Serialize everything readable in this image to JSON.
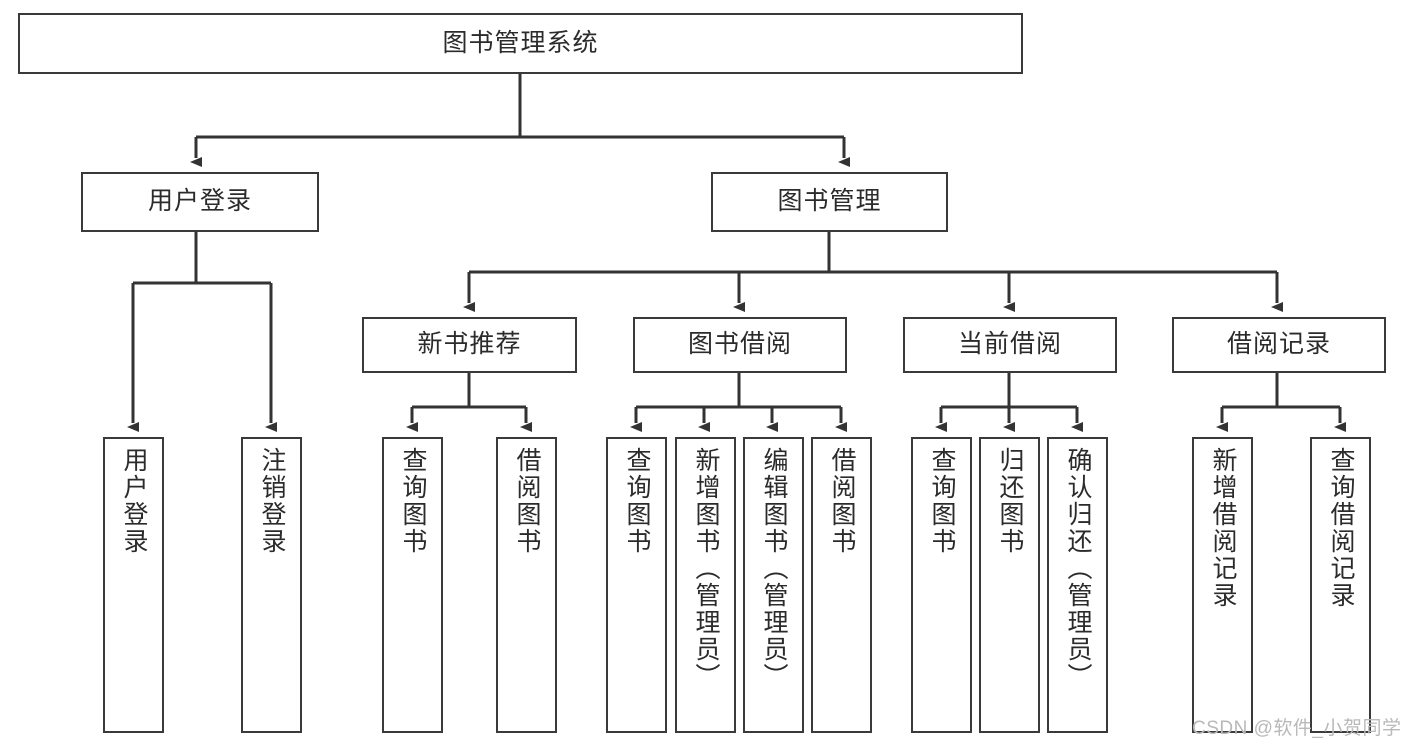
{
  "diagram": {
    "title": "图书管理系统",
    "type": "tree-hierarchy-diagram",
    "colors": {
      "box_border": "#3a3a3a",
      "box_fill": "#ffffff",
      "connector": "#333333",
      "text": "#2b2b2b",
      "watermark": "#b9b9b9",
      "background": "#ffffff"
    },
    "root": {
      "label": "图书管理系统",
      "id": "root"
    },
    "level2": [
      {
        "id": "user-login",
        "label": "用户登录"
      },
      {
        "id": "book-management",
        "label": "图书管理"
      }
    ],
    "level3": [
      {
        "id": "new-book-recommend",
        "label": "新书推荐",
        "parent": "book-management"
      },
      {
        "id": "book-borrow",
        "label": "图书借阅",
        "parent": "book-management"
      },
      {
        "id": "current-borrow",
        "label": "当前借阅",
        "parent": "book-management"
      },
      {
        "id": "borrow-record",
        "label": "借阅记录",
        "parent": "book-management"
      }
    ],
    "leaves": {
      "user-login": [
        {
          "id": "leaf-user-login",
          "label": "用户登录"
        },
        {
          "id": "leaf-logout",
          "label": "注销登录"
        }
      ],
      "new-book-recommend": [
        {
          "id": "leaf-query-book-1",
          "label": "查询图书"
        },
        {
          "id": "leaf-borrow-book-1",
          "label": "借阅图书"
        }
      ],
      "book-borrow": [
        {
          "id": "leaf-query-book-2",
          "label": "查询图书"
        },
        {
          "id": "leaf-add-book",
          "label": "新增图书（管理员）"
        },
        {
          "id": "leaf-edit-book",
          "label": "编辑图书（管理员）"
        },
        {
          "id": "leaf-borrow-book-2",
          "label": "借阅图书"
        }
      ],
      "current-borrow": [
        {
          "id": "leaf-query-book-3",
          "label": "查询图书"
        },
        {
          "id": "leaf-return-book",
          "label": "归还图书"
        },
        {
          "id": "leaf-confirm-return",
          "label": "确认归还（管理员）"
        }
      ],
      "borrow-record": [
        {
          "id": "leaf-add-record",
          "label": "新增借阅记录"
        },
        {
          "id": "leaf-query-record",
          "label": "查询借阅记录"
        }
      ]
    },
    "watermark": "CSDN @软件_小贺同学"
  }
}
